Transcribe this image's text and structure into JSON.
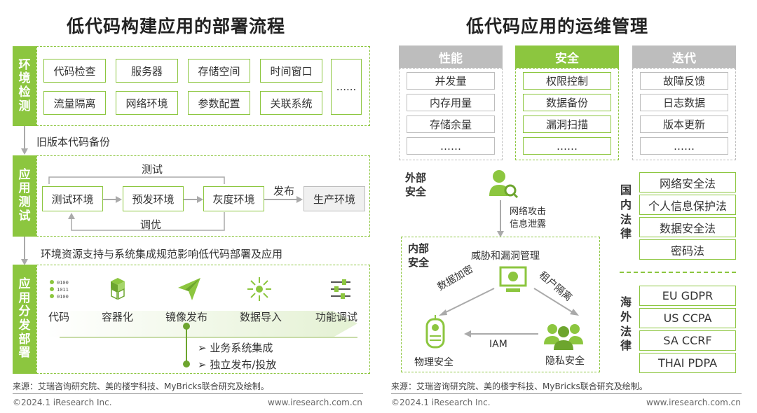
{
  "left": {
    "title": "低代码构建应用的部署流程",
    "env_check": {
      "label": "环境检测",
      "items": [
        "代码检查",
        "服务器",
        "存储空间",
        "时间窗口",
        "流量隔离",
        "网络环境",
        "参数配置",
        "关联系统"
      ],
      "more": "......"
    },
    "backup_note": "旧版本代码备份",
    "app_test": {
      "label": "应用测试",
      "test_label": "测试",
      "stages": [
        "测试环境",
        "预发环境",
        "灰度环境"
      ],
      "release_label": "发布",
      "production": "生产环境",
      "tune_label": "调优"
    },
    "support_note": "环境资源支持与系统集成规范影响低代码部署及应用",
    "deploy": {
      "label": "应用分发部署",
      "steps": [
        {
          "icon": "binary-code-icon",
          "label": "代码"
        },
        {
          "icon": "container-cubes-icon",
          "label": "容器化"
        },
        {
          "icon": "paper-plane-icon",
          "label": "镜像发布"
        },
        {
          "icon": "data-import-icon",
          "label": "数据导入"
        },
        {
          "icon": "sliders-icon",
          "label": "功能调试"
        }
      ],
      "bullets": [
        "业务系统集成",
        "独立发布/投放"
      ]
    },
    "source": "来源：艾瑞咨询研究院、美的楼宇科技、MyBricks联合研究及绘制。",
    "copyright": "©2024.1 iResearch Inc.",
    "website": "www.iresearch.com.cn"
  },
  "right": {
    "title": "低代码应用的运维管理",
    "columns": [
      {
        "header": "性能",
        "items": [
          "并发量",
          "内存用量",
          "存储余量",
          "……"
        ]
      },
      {
        "header": "安全",
        "items": [
          "权限控制",
          "数据备份",
          "漏洞扫描",
          "……"
        ]
      },
      {
        "header": "迭代",
        "items": [
          "故障反馈",
          "日志数据",
          "版本更新",
          "……"
        ]
      }
    ],
    "external_security": "外部安全",
    "attack_label": "网络攻击信息泄露",
    "internal_security": "内部安全",
    "threat_mgmt": "威胁和漏洞管理",
    "data_encryption": "数据加密",
    "tenant_isolation": "租户隔离",
    "physical_security": "物理安全",
    "privacy_security": "隐私安全",
    "iam": "IAM",
    "domestic_law_label": "国内法律",
    "domestic_laws": [
      "网络安全法",
      "个人信息保护法",
      "数据安全法",
      "密码法"
    ],
    "overseas_law_label": "海外法律",
    "overseas_laws": [
      "EU GDPR",
      "US CCPA",
      "SA CCRF",
      "THAI PDPA"
    ],
    "source": "来源：艾瑞咨询研究院、美的楼宇科技、MyBricks联合研究及绘制。",
    "copyright": "©2024.1 iResearch Inc.",
    "website": "www.iresearch.com.cn"
  },
  "colors": {
    "green": "#8cc63f",
    "grey_header": "#bdbdbd",
    "grey_box": "#f0f0f0"
  }
}
